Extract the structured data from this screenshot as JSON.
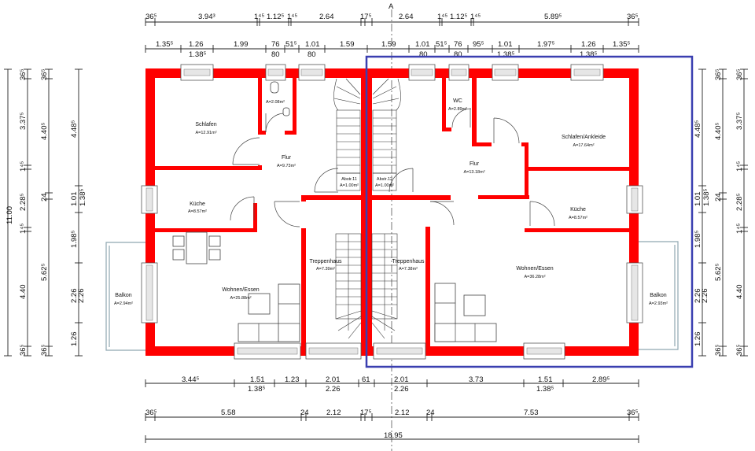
{
  "drawing": {
    "type": "floor-plan",
    "colors": {
      "wall": "#ff0000",
      "highlight": "#3a3fb0",
      "background": "#ffffff",
      "dimension_line": "#222222",
      "balcony_rail": "#8fa6b0"
    },
    "top_dimensions": {
      "row1": [
        "36⁵",
        "3.94³",
        "1⁴⁵",
        "1.12⁵",
        "1⁴⁵",
        "2.64",
        "17⁵",
        "2.64",
        "1⁴⁵",
        "1.12⁵",
        "1⁴⁵",
        "5.89⁵",
        "36⁵"
      ],
      "row2": [
        "1.35⁵",
        "1.26",
        "1.38⁵",
        "1.99",
        "76",
        "80",
        "51⁵",
        "1.01",
        "80",
        "1.59",
        "1.59",
        "1.01",
        "80",
        "51⁵",
        "76",
        "80",
        "95⁵",
        "1.01",
        "1.38⁵",
        "1.97⁵",
        "1.26",
        "1.38⁵",
        "1.35⁵"
      ]
    },
    "bottom_dimensions": {
      "row1": [
        "3.44⁵",
        "1.51",
        "1.38⁵",
        "1.23",
        "2.01",
        "2.26",
        "61",
        "2.01",
        "2.26",
        "3.73",
        "1.51",
        "1.38⁵",
        "2.89⁵"
      ],
      "row2": [
        "36⁵",
        "5.58",
        "24",
        "2.12",
        "17⁵",
        "2.12",
        "24",
        "7.53",
        "36⁵"
      ],
      "total": "18.95"
    },
    "left_dimensions": {
      "overall": "11.00",
      "col1": [
        "36⁵",
        "3.37⁵",
        "1⁴⁵",
        "2.28⁵",
        "1⁴⁵",
        "4.40",
        "36⁵"
      ],
      "col2": [
        "36⁵",
        "4.40⁵",
        "24",
        "5.62⁵",
        "36⁵"
      ],
      "col3": [
        "4.48⁵",
        "1.01",
        "1.38⁵",
        "1.98⁵",
        "2.26",
        "2.26",
        "1.26"
      ]
    },
    "right_dimensions": {
      "col1": [
        "4.48⁵",
        "1.01",
        "1.38⁵",
        "1.98⁵",
        "2.26",
        "2.26",
        "1.26"
      ],
      "col2": [
        "36⁵",
        "4.40⁵",
        "24",
        "5.62⁵",
        "36⁵"
      ],
      "col3": [
        "36⁵",
        "3.37⁵",
        "1⁴⁵",
        "2.28⁵",
        "1⁴⁵",
        "4.40",
        "36⁵"
      ]
    },
    "rooms_left_unit": [
      {
        "name": "Schlafen",
        "area": "A=12.91m²"
      },
      {
        "name": "",
        "area": "A=2.08m²"
      },
      {
        "name": "Flur",
        "area": "A=9.73m²"
      },
      {
        "name": "Abstr.11",
        "area": "A=1.00m²"
      },
      {
        "name": "Küche",
        "area": "A=8.57m²"
      },
      {
        "name": "Treppenhaus",
        "area": "A=7.39m²"
      },
      {
        "name": "Wohnen/Essen",
        "area": "A=25.88m²"
      },
      {
        "name": "Balkon",
        "area": "A=2.94m²"
      }
    ],
    "rooms_right_unit": [
      {
        "name": "WC",
        "area": "A=2.89m²"
      },
      {
        "name": "Abstr.12",
        "area": "A=1.00m²"
      },
      {
        "name": "Flur",
        "area": "A=13.18m²"
      },
      {
        "name": "Schlafen/Ankleide",
        "area": "A=17.64m²"
      },
      {
        "name": "Küche",
        "area": "A=8.57m²"
      },
      {
        "name": "Treppenhaus",
        "area": "A=7.38m²"
      },
      {
        "name": "Wohnen/Essen",
        "area": "A=36.28m²"
      },
      {
        "name": "Balkon",
        "area": "A=2.93m²"
      }
    ],
    "axis_label": "A"
  }
}
